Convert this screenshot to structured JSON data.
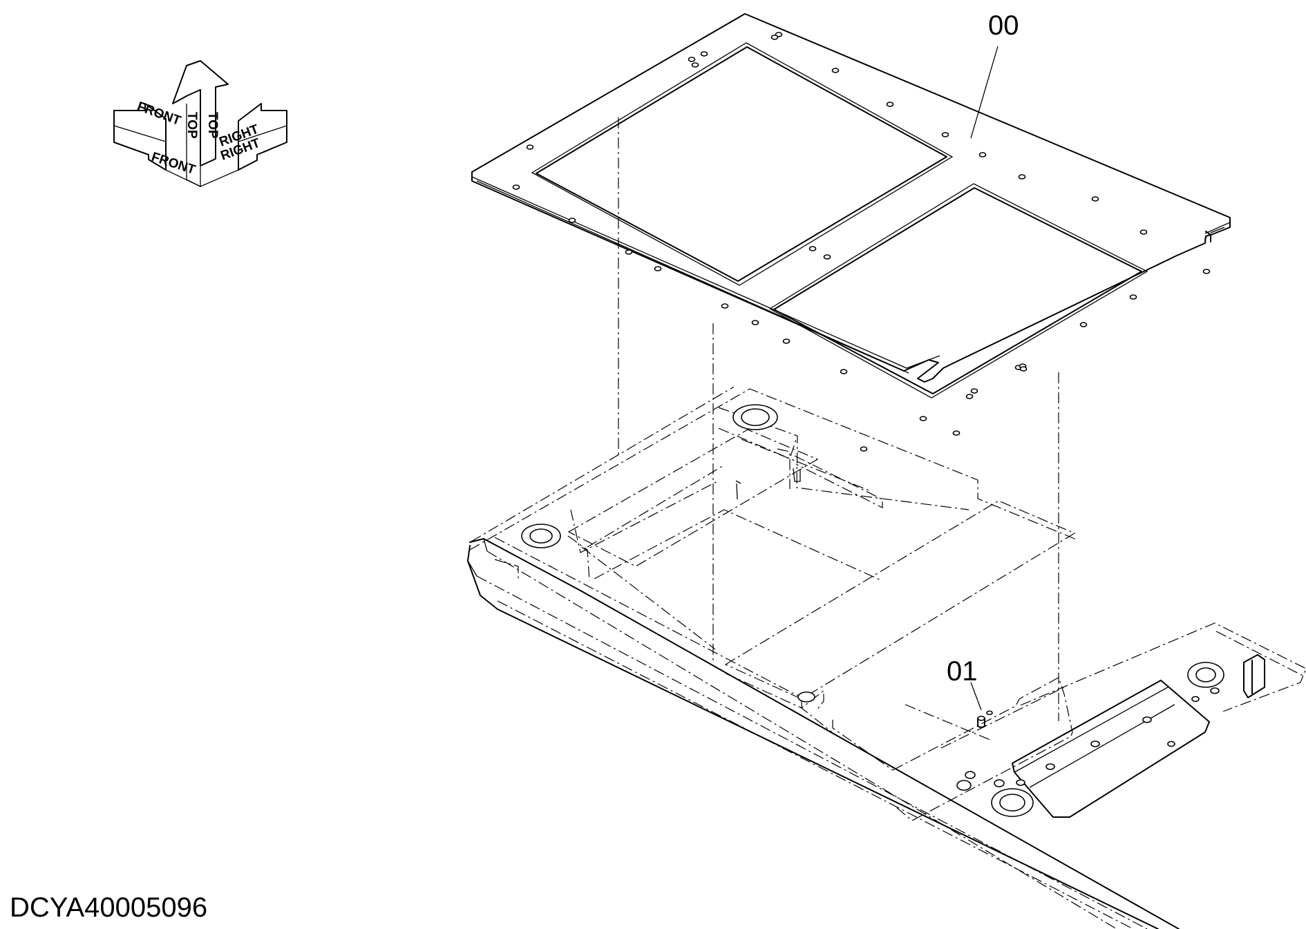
{
  "drawing_id": "DCYA40005096",
  "callouts": [
    {
      "id": "00",
      "label": "00"
    },
    {
      "id": "01",
      "label": "01"
    }
  ],
  "orientation": {
    "front": "FRONT",
    "top": "TOP",
    "right": "RIGHT"
  }
}
